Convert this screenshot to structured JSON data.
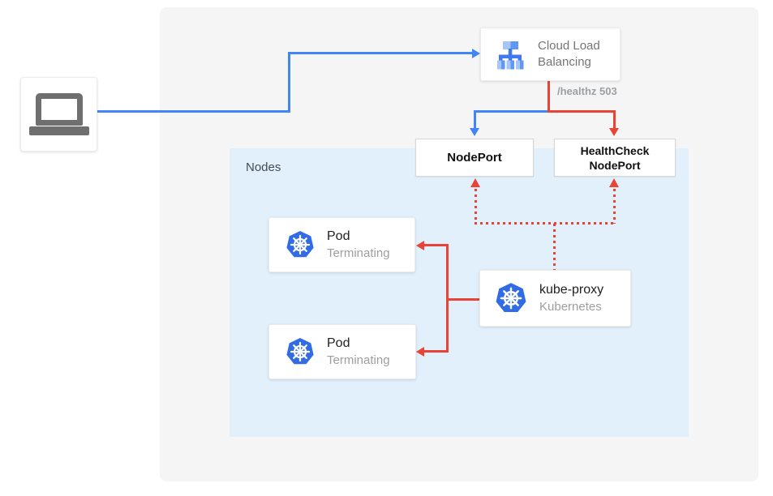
{
  "colors": {
    "blue": "#4285F4",
    "red": "#EA4335",
    "panel_bg": "#F5F5F5",
    "nodes_bg": "#E2F0FC",
    "kubernetes_blue": "#326CE5",
    "clb_light": "#A6C6FA",
    "clb_mid": "#5E97F6",
    "clb_dark": "#4078F0"
  },
  "client": {
    "icon": "laptop-icon"
  },
  "cloud_load_balancing": {
    "label": "Cloud Load Balancing",
    "icon": "load-balancer-icon"
  },
  "edge_labels": {
    "healthz": "/healthz 503"
  },
  "nodeport": {
    "label": "NodePort"
  },
  "healthcheck_nodeport": {
    "label": "HealthCheck NodePort"
  },
  "nodes_container": {
    "label": "Nodes"
  },
  "pods": [
    {
      "title": "Pod",
      "status": "Terminating",
      "icon": "kubernetes-icon"
    },
    {
      "title": "Pod",
      "status": "Terminating",
      "icon": "kubernetes-icon"
    }
  ],
  "kube_proxy": {
    "title": "kube-proxy",
    "subtitle": "Kubernetes",
    "icon": "kubernetes-icon"
  }
}
